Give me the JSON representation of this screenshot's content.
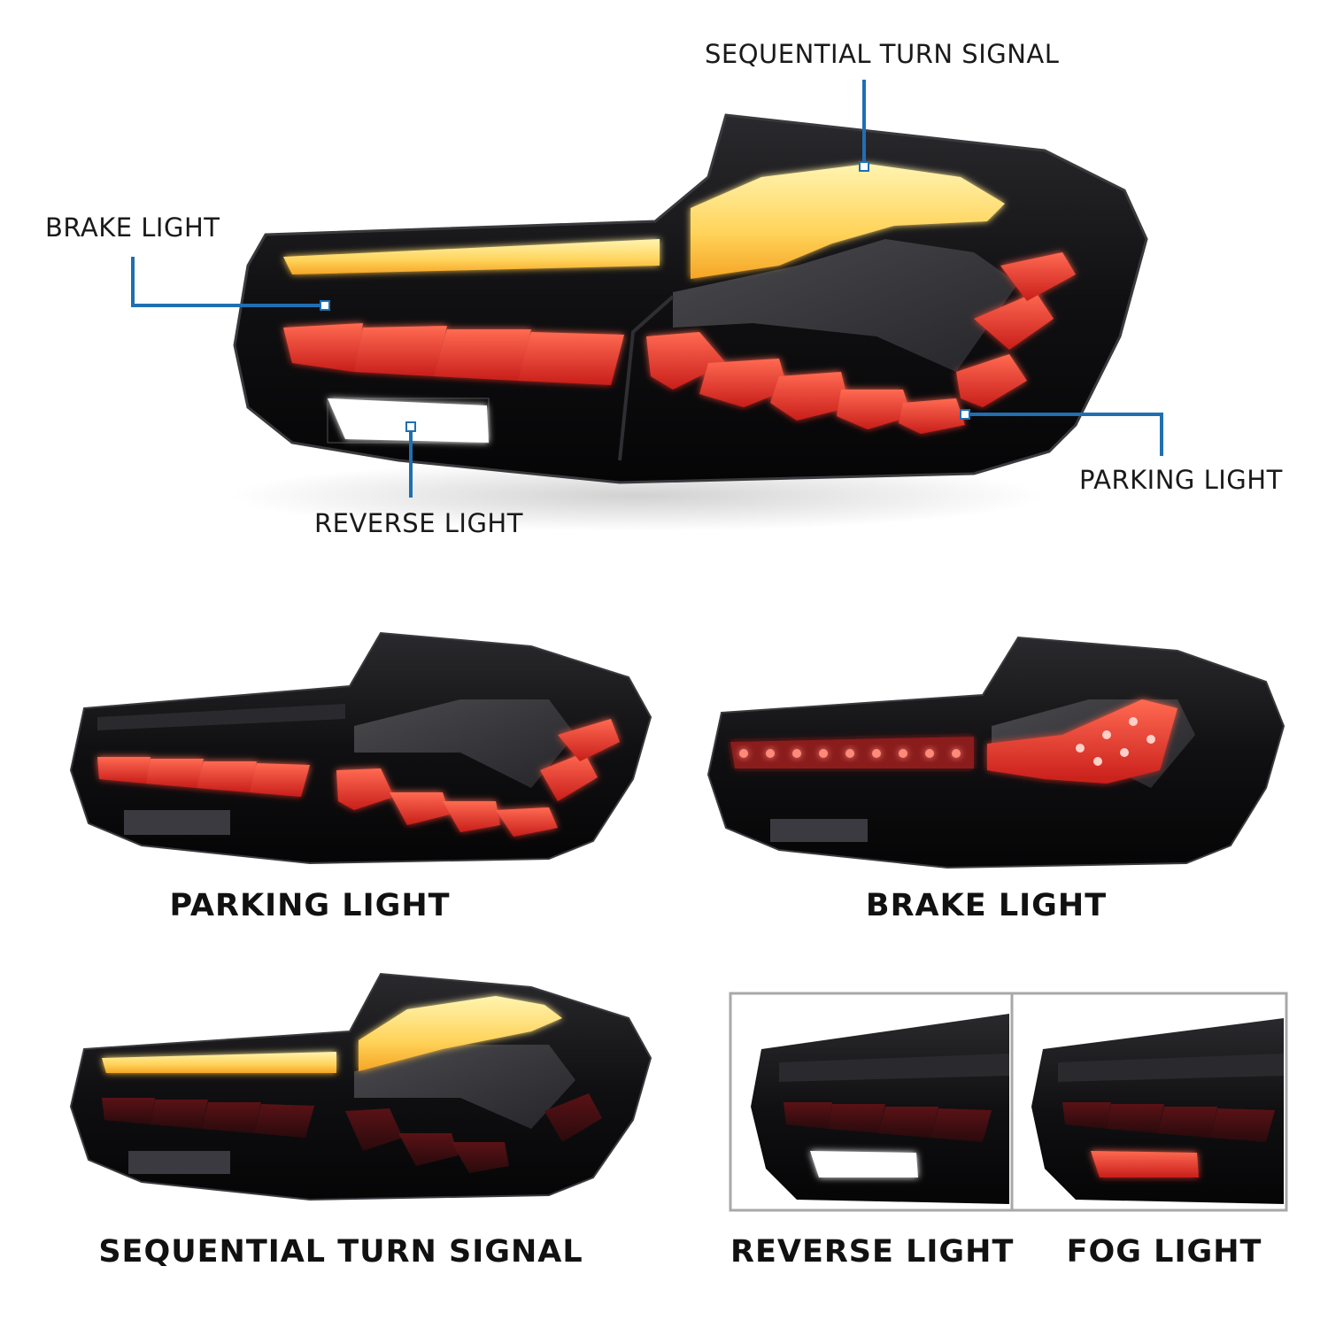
{
  "hero": {
    "callouts": {
      "sequential_turn_signal": "SEQUENTIAL TURN SIGNAL",
      "brake_light": "BRAKE LIGHT",
      "parking_light": "PARKING LIGHT",
      "reverse_light": "REVERSE LIGHT"
    },
    "callout_line_color": "#1f6fb2"
  },
  "panels": [
    {
      "caption": "PARKING LIGHT"
    },
    {
      "caption": "BRAKE LIGHT"
    },
    {
      "caption": "SEQUENTIAL TURN SIGNAL"
    },
    {
      "caption": "REVERSE LIGHT"
    },
    {
      "caption": "FOG LIGHT"
    }
  ],
  "colors": {
    "housing": "#141416",
    "red_led": "#e8302a",
    "amber_led": "#ffd35a",
    "white_led": "#ffffff",
    "frame_border": "#a8a8a8"
  }
}
